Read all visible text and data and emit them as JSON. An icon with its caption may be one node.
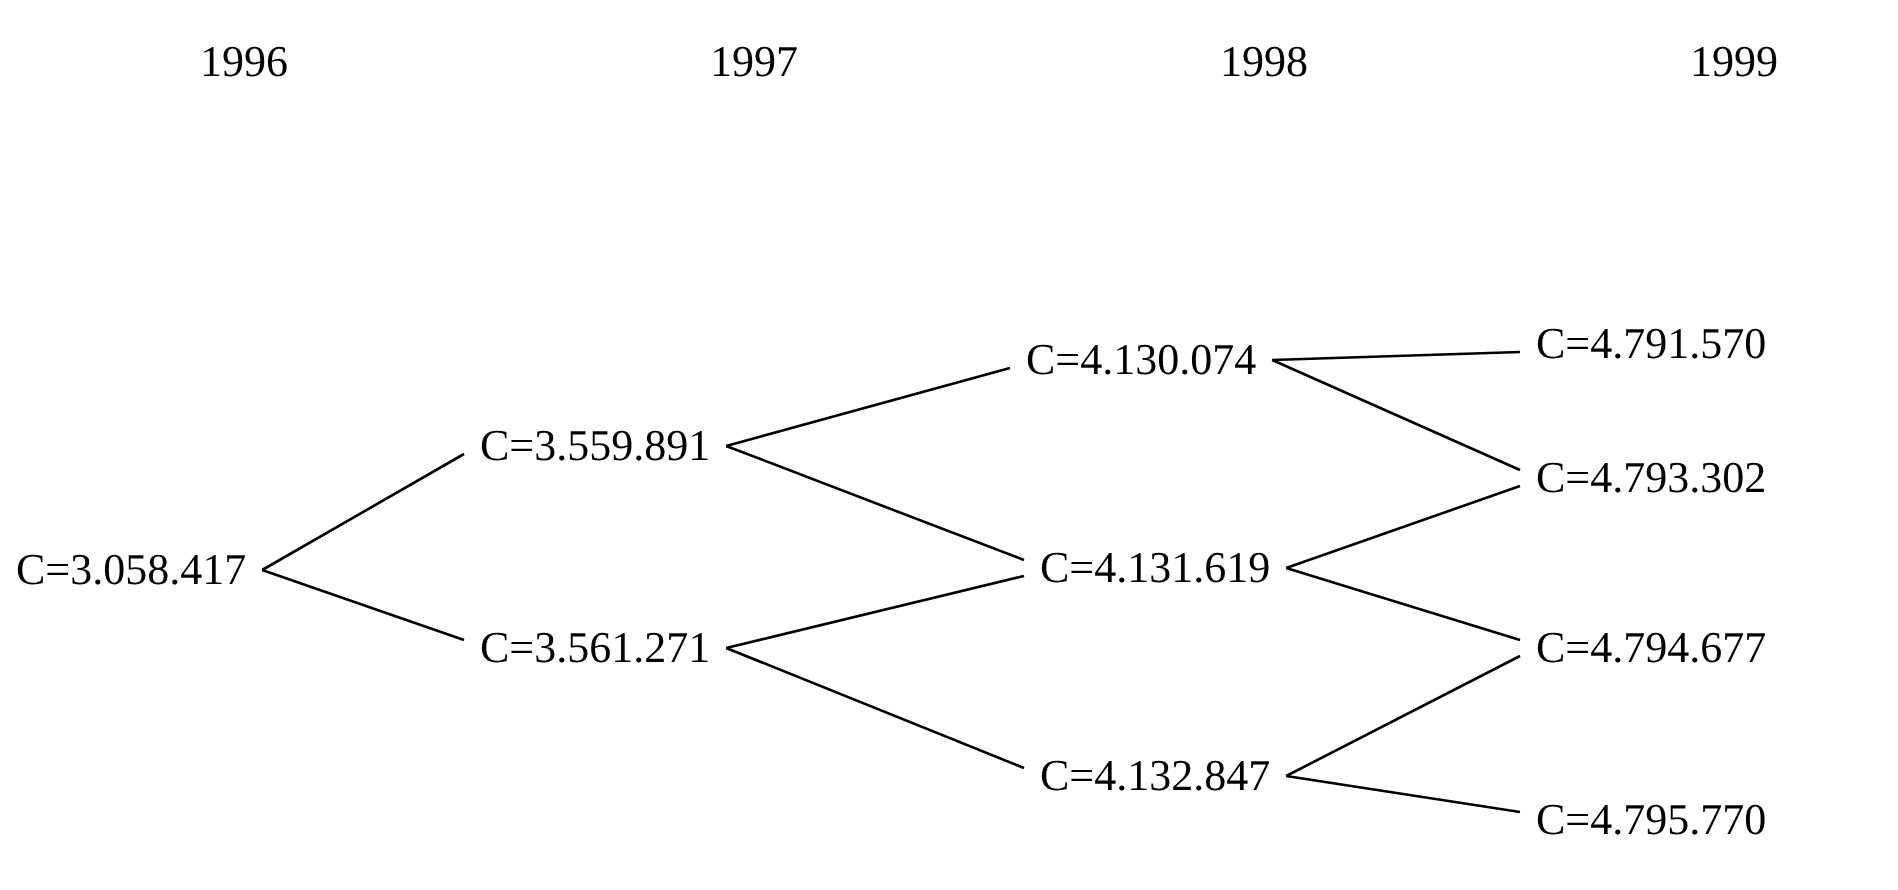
{
  "diagram": {
    "nodes": [
      {
        "text": [
          "C=3.058.417"
        ]
      },
      {
        "text": [
          "C=3.559.891"
        ]
      },
      {
        "text": [
          "C=3.561.271"
        ]
      },
      {
        "text": [
          "C=4.130.074"
        ]
      },
      {
        "text": [
          "C=4.131.619"
        ]
      },
      {
        "text": [
          "C=4.132.847"
        ]
      },
      {
        "text": [
          "C=4.791.570"
        ]
      },
      {
        "text": [
          "C=4.793.302"
        ]
      },
      {
        "text": [
          "C=4.794.677"
        ]
      },
      {
        "text": [
          "C=4.795.770"
        ]
      }
    ],
    "edges": [
      {
        "from": 0,
        "to": 1,
        "arrow": "none"
      },
      {
        "from": 0,
        "to": 2,
        "arrow": "none"
      },
      {
        "from": 1,
        "to": 3,
        "arrow": "none"
      },
      {
        "from": 1,
        "to": 4,
        "arrow": "none"
      },
      {
        "from": 2,
        "to": 4,
        "arrow": "none"
      },
      {
        "from": 2,
        "to": 5,
        "arrow": "none"
      },
      {
        "from": 3,
        "to": 6,
        "arrow": "none"
      },
      {
        "from": 3,
        "to": 7,
        "arrow": "none"
      },
      {
        "from": 4,
        "to": 7,
        "arrow": "none"
      },
      {
        "from": 4,
        "to": 8,
        "arrow": "none"
      },
      {
        "from": 5,
        "to": 8,
        "arrow": "none"
      },
      {
        "from": 5,
        "to": 9,
        "arrow": "none"
      }
    ],
    "labels": [
      "1996",
      "1997",
      "1998",
      "1999"
    ]
  }
}
